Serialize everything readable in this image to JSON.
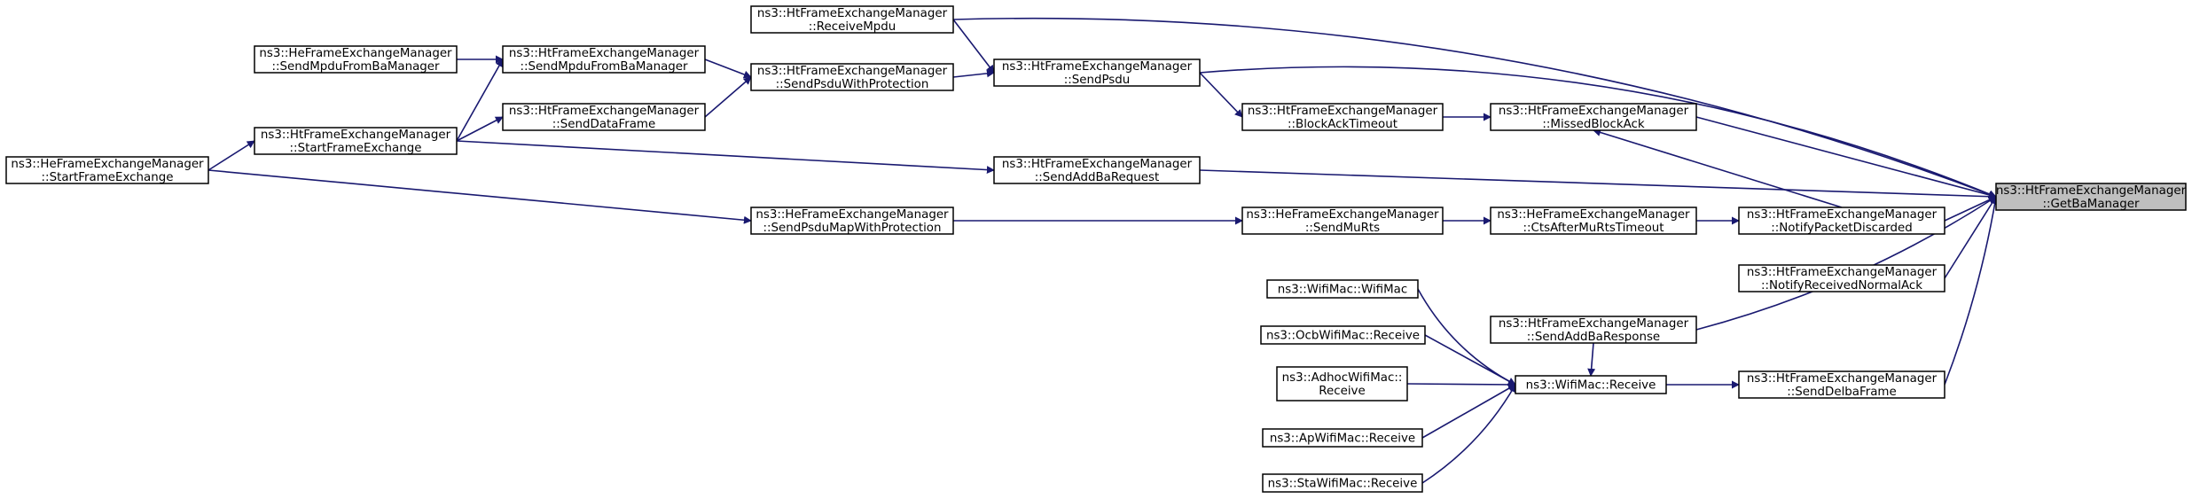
{
  "title": "",
  "colors": {
    "edge": "#191970",
    "root_fill": "#bfbfbf",
    "node_fill": "#ffffff",
    "node_border": "#000000"
  },
  "nodes": {
    "n_root": {
      "lines": [
        "ns3::HtFrameExchangeManager",
        "::GetBaManager"
      ]
    },
    "n_rmpdu": {
      "lines": [
        "ns3::HtFrameExchangeManager",
        "::ReceiveMpdu"
      ]
    },
    "n_sendpsdu": {
      "lines": [
        "ns3::HtFrameExchangeManager",
        "::SendPsdu"
      ]
    },
    "n_sendaddbareq": {
      "lines": [
        "ns3::HtFrameExchangeManager",
        "::SendAddBaRequest"
      ]
    },
    "n_missedba": {
      "lines": [
        "ns3::HtFrameExchangeManager",
        "::MissedBlockAck"
      ]
    },
    "n_notifydisc": {
      "lines": [
        "ns3::HtFrameExchangeManager",
        "::NotifyPacketDiscarded"
      ]
    },
    "n_notifyrecv": {
      "lines": [
        "ns3::HtFrameExchangeManager",
        "::NotifyReceivedNormalAck"
      ]
    },
    "n_sendaddbaresp": {
      "lines": [
        "ns3::HtFrameExchangeManager",
        "::SendAddBaResponse"
      ]
    },
    "n_senddelba": {
      "lines": [
        "ns3::HtFrameExchangeManager",
        "::SendDelbaFrame"
      ]
    },
    "n_batimeout": {
      "lines": [
        "ns3::HtFrameExchangeManager",
        "::BlockAckTimeout"
      ]
    },
    "n_ctsafter": {
      "lines": [
        "ns3::HeFrameExchangeManager",
        "::CtsAfterMuRtsTimeout"
      ]
    },
    "n_sendmurts": {
      "lines": [
        "ns3::HeFrameExchangeManager",
        "::SendMuRts"
      ]
    },
    "n_wifirecv": {
      "lines": [
        "ns3::WifiMac::Receive"
      ]
    },
    "n_wifimac": {
      "lines": [
        "ns3::WifiMac::WifiMac"
      ]
    },
    "n_ocb": {
      "lines": [
        "ns3::OcbWifiMac::Receive"
      ]
    },
    "n_adhoc": {
      "lines": [
        "ns3::AdhocWifiMac::",
        "Receive"
      ]
    },
    "n_ap": {
      "lines": [
        "ns3::ApWifiMac::Receive"
      ]
    },
    "n_sta": {
      "lines": [
        "ns3::StaWifiMac::Receive"
      ]
    },
    "n_psduprot": {
      "lines": [
        "ns3::HtFrameExchangeManager",
        "::SendPsduWithProtection"
      ]
    },
    "n_psdumap": {
      "lines": [
        "ns3::HeFrameExchangeManager",
        "::SendPsduMapWithProtection"
      ]
    },
    "n_mpdufromba_ht": {
      "lines": [
        "ns3::HtFrameExchangeManager",
        "::SendMpduFromBaManager"
      ]
    },
    "n_senddata": {
      "lines": [
        "ns3::HtFrameExchangeManager",
        "::SendDataFrame"
      ]
    },
    "n_mpdufromba_he": {
      "lines": [
        "ns3::HeFrameExchangeManager",
        "::SendMpduFromBaManager"
      ]
    },
    "n_startfe_ht": {
      "lines": [
        "ns3::HtFrameExchangeManager",
        "::StartFrameExchange"
      ]
    },
    "n_startfe_he": {
      "lines": [
        "ns3::HeFrameExchangeManager",
        "::StartFrameExchange"
      ]
    }
  }
}
